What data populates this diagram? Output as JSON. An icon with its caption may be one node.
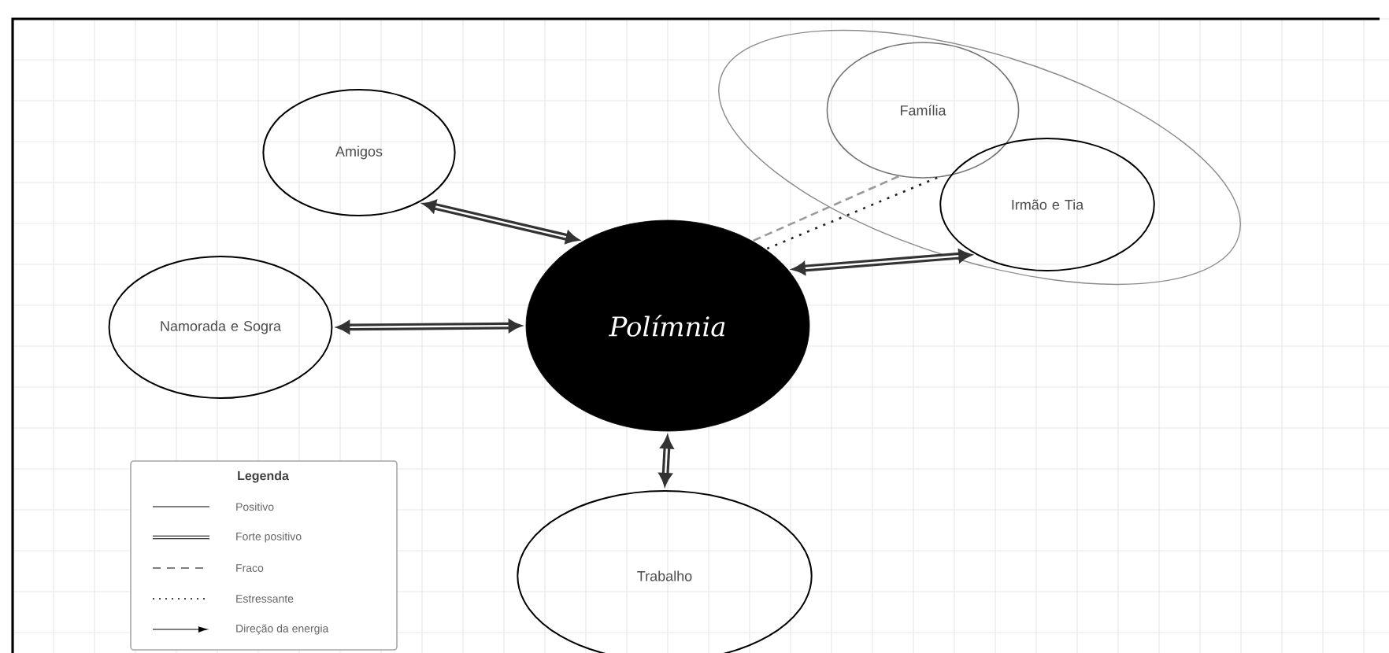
{
  "diagram": {
    "nodes": [
      {
        "text": [
          "Amigos"
        ]
      },
      {
        "text": [],
        "shape": "circle"
      },
      {
        "text": [
          "Família"
        ],
        "in": 1
      },
      {
        "text": [
          "Irmão e Tia"
        ],
        "in": 1
      },
      {
        "text": [
          "Namorada e Sogra"
        ]
      },
      {
        "text": [
          "Polímnia"
        ]
      },
      {
        "text": [
          "Trabalho"
        ]
      }
    ],
    "edges": [
      {
        "from": 0,
        "to": 5,
        "arrow": "both"
      },
      {
        "from": 4,
        "to": 5,
        "arrow": "both"
      },
      {
        "from": 2,
        "to": 5,
        "arrow": "none",
        "style": "dashed",
        "color": "#999999"
      },
      {
        "from": 2,
        "to": 5,
        "arrow": "none",
        "style": "dashed",
        "color": "#222222"
      },
      {
        "from": 5,
        "to": 3,
        "arrow": "both"
      },
      {
        "from": 5,
        "to": 6,
        "arrow": "both"
      }
    ],
    "labels": [
      "Legenda"
    ],
    "legend": [
      {
        "text": "Positivo"
      },
      {
        "text": "Forte positivo"
      },
      {
        "text": "Fraco"
      },
      {
        "text": "Estressante"
      },
      {
        "text": "Direção da energia"
      }
    ]
  }
}
